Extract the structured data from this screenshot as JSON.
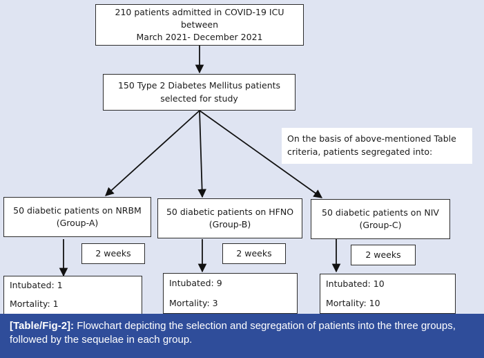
{
  "flowchart": {
    "top_box": {
      "line1": "210 patients admitted in COVID-19 ICU between",
      "line2": "March 2021- December 2021"
    },
    "selected_box": {
      "line1": "150 Type 2 Diabetes Mellitus patients",
      "line2": "selected for study"
    },
    "note": {
      "line1": "On the basis of above-mentioned Table",
      "line2": "criteria, patients segregated into:"
    },
    "groups": [
      {
        "line1": "50 diabetic patients on NRBM",
        "line2": "(Group-A)",
        "duration": "2 weeks",
        "intubated": "Intubated: 1",
        "mortality": "Mortality: 1"
      },
      {
        "line1": "50 diabetic patients on HFNO",
        "line2": "(Group-B)",
        "duration": "2 weeks",
        "intubated": "Intubated: 9",
        "mortality": "Mortality: 3"
      },
      {
        "line1": "50 diabetic patients on NIV",
        "line2": "(Group-C)",
        "duration": "2 weeks",
        "intubated": "Intubated: 10",
        "mortality": "Mortality: 10"
      }
    ]
  },
  "caption": {
    "label": "[Table/Fig-2]:",
    "text": "Flowchart depicting the selection and segregation of patients into the three groups, followed by the sequelae in each group."
  },
  "colors": {
    "background": "#dfe4f2",
    "caption_bar": "#2f4d9a"
  }
}
